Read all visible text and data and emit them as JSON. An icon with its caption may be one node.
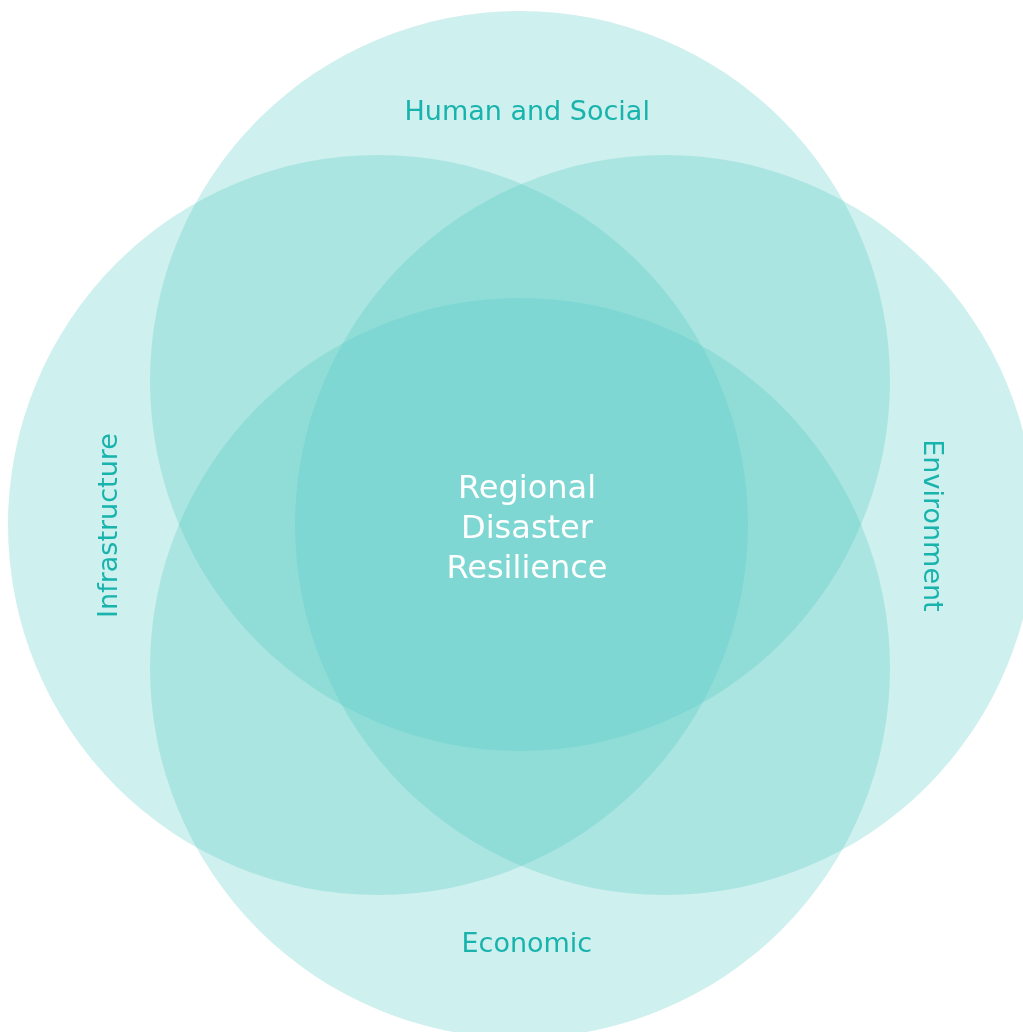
{
  "diagram": {
    "nodes": [
      {
        "text": [
          "Human and Social"
        ]
      },
      {
        "text": [
          "Infrastructure"
        ]
      },
      {
        "text": [
          "Environment"
        ]
      },
      {
        "text": [
          "Economic"
        ]
      }
    ],
    "labels": [
      "Regional Disaster Resilience"
    ]
  }
}
